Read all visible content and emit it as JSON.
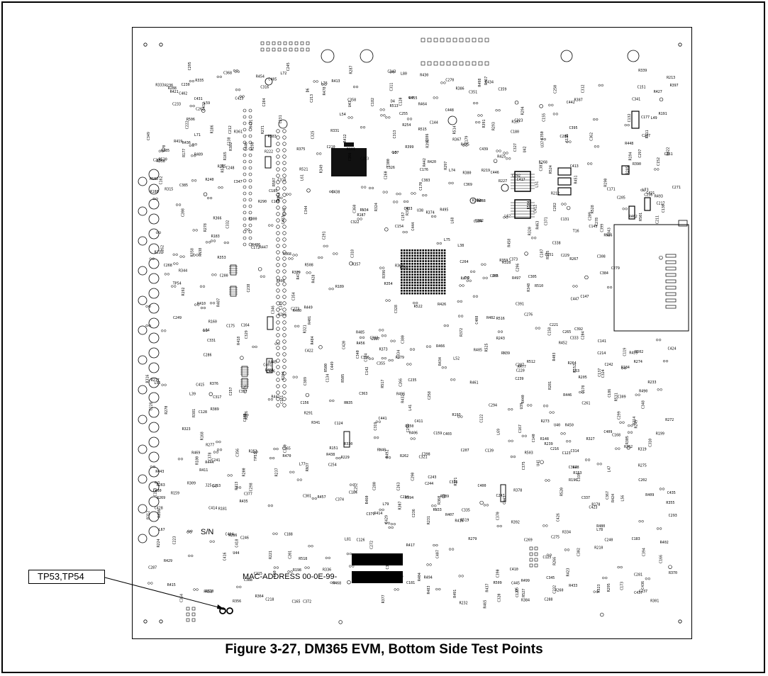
{
  "callout": {
    "label": "TP53,TP54"
  },
  "board": {
    "serial_label": "S/N",
    "mac_label": "MAC-ADDRESS 00-0E-99-"
  },
  "caption": "Figure 3-27, DM365 EVM, Bottom Side Test Points",
  "ref_designators": [
    "R151",
    "R152",
    "R153",
    "R148",
    "R159",
    "R160",
    "R161",
    "R164",
    "R165",
    "R171",
    "R168",
    "R177",
    "L38",
    "L39",
    "L40",
    "L41",
    "C119",
    "C120",
    "C122",
    "C123",
    "C124",
    "C125",
    "C126",
    "C127",
    "C128",
    "C130",
    "C131",
    "C132",
    "C135",
    "R178",
    "R179",
    "R180",
    "R181",
    "R182",
    "R183",
    "R184",
    "R185",
    "R186",
    "R187",
    "R188",
    "R189",
    "R190",
    "R191",
    "R192",
    "R193",
    "R194",
    "R195",
    "R196",
    "R197",
    "R198",
    "R199",
    "R200",
    "C134",
    "C137",
    "C138",
    "C139",
    "C140",
    "C141",
    "C142",
    "C143",
    "C144",
    "C146",
    "C147",
    "C148",
    "C149",
    "C150",
    "C151",
    "C152",
    "C153",
    "C154",
    "C155",
    "C156",
    "C157",
    "C158",
    "C159",
    "C160",
    "C161",
    "C162",
    "C163",
    "C164",
    "C165",
    "C166",
    "C167",
    "C168",
    "C169",
    "C170",
    "C171",
    "C172",
    "C173",
    "C174",
    "C175",
    "C176",
    "C177",
    "C178",
    "C179",
    "C180",
    "C181",
    "C182",
    "C183",
    "C184",
    "C185",
    "C186",
    "C187",
    "C188",
    "R205",
    "R210",
    "R212",
    "R213",
    "R214",
    "R217",
    "R219",
    "R221",
    "R222",
    "R223",
    "R224",
    "R227",
    "R229",
    "R231",
    "R232",
    "R233",
    "R236",
    "R237",
    "R238",
    "R239",
    "L47",
    "L48",
    "L49",
    "L51",
    "L52",
    "L53",
    "L54",
    "L55",
    "L56",
    "L57",
    "L59",
    "L60",
    "L61",
    "L62",
    "L63",
    "L64",
    "L65",
    "L67",
    "U37",
    "U38",
    "U39",
    "U40",
    "J25",
    "C200",
    "C201",
    "C202",
    "C203",
    "C204",
    "C205",
    "C206",
    "C207",
    "C208",
    "C209",
    "C210",
    "C211",
    "C212",
    "C213",
    "C214",
    "C215",
    "C216",
    "C217",
    "C218",
    "C219",
    "C220",
    "C221",
    "C222",
    "C223",
    "R240",
    "R243",
    "R245",
    "R249",
    "R251",
    "R253",
    "R254",
    "R260",
    "R262",
    "R263",
    "R264",
    "R265",
    "R266",
    "R267",
    "R268",
    "R269",
    "R270",
    "R271",
    "R272",
    "R273",
    "R274",
    "R275",
    "R276",
    "R277",
    "R278",
    "R279",
    "R280",
    "R281",
    "R284",
    "R285",
    "R286",
    "R287",
    "R288",
    "R289",
    "R290",
    "R291",
    "R293",
    "R294",
    "R295",
    "R297",
    "R298",
    "R300",
    "R301",
    "R305",
    "R307",
    "R309",
    "R310",
    "R312",
    "R313",
    "R315",
    "R316",
    "R318",
    "R319",
    "R320",
    "R321",
    "R323",
    "R324",
    "R327",
    "R328",
    "R330",
    "R331",
    "R333",
    "R334",
    "R335",
    "R336",
    "R339",
    "R341",
    "R343",
    "R344",
    "R345",
    "R347",
    "R348",
    "R349",
    "R350",
    "R352",
    "R353",
    "R354",
    "R355",
    "R356",
    "R357",
    "R358",
    "R359",
    "R360",
    "R361",
    "R362",
    "R364",
    "R365",
    "R366",
    "R367",
    "R368",
    "R369",
    "R370",
    "R371",
    "R372",
    "R373",
    "R374",
    "R375",
    "R376",
    "R377",
    "R378",
    "R379",
    "R380",
    "R381",
    "R382",
    "R383",
    "R384",
    "R385",
    "R386",
    "R387",
    "R389",
    "R390",
    "R391",
    "R392",
    "R394",
    "R396",
    "R397",
    "R398",
    "R399",
    "R400",
    "R401",
    "C228",
    "C229",
    "C230",
    "C231",
    "C232",
    "C233",
    "C234",
    "C235",
    "C236",
    "C237",
    "C238",
    "C239",
    "C240",
    "C241",
    "C242",
    "C243",
    "C244",
    "C245",
    "C246",
    "C247",
    "C248",
    "C249",
    "C250",
    "C251",
    "C252",
    "C253",
    "C254",
    "C255",
    "C256",
    "C257",
    "C258",
    "C259",
    "C260",
    "C261",
    "C262",
    "C263",
    "C264",
    "C265",
    "C266",
    "C267",
    "C268",
    "C269",
    "C270",
    "C271",
    "C272",
    "C273",
    "C274",
    "C275",
    "C276",
    "C277",
    "C278",
    "C279",
    "C280",
    "C281",
    "C282",
    "C283",
    "C284",
    "C285",
    "C286",
    "C287",
    "C288",
    "C289",
    "C290",
    "C291",
    "C292",
    "C293",
    "C294",
    "C295",
    "C296",
    "C297",
    "C298",
    "C299",
    "C300",
    "C301",
    "C302",
    "C303",
    "C304",
    "C305",
    "C306",
    "C307",
    "C308",
    "C309",
    "C310",
    "C311",
    "C312",
    "C313",
    "C314",
    "C315",
    "C316",
    "C317",
    "C318",
    "C319",
    "C320",
    "C321",
    "C322",
    "C323",
    "C324",
    "C325",
    "C326",
    "C327",
    "C328",
    "C329",
    "C330",
    "C331",
    "C332",
    "C333",
    "C334",
    "C335",
    "C336",
    "C337",
    "C338",
    "C339",
    "C340",
    "C341",
    "C342",
    "C343",
    "C344",
    "C345",
    "C346",
    "C347",
    "C348",
    "C349",
    "C350",
    "C351",
    "C352",
    "C353",
    "C354",
    "C355",
    "C356",
    "C357",
    "C358",
    "C359",
    "C360",
    "C361",
    "C362",
    "C363",
    "C364",
    "C365",
    "C366",
    "C367",
    "C368",
    "C369",
    "C370",
    "C371",
    "C372",
    "C373",
    "C374",
    "C375",
    "C376",
    "C377",
    "C378",
    "C379",
    "C380",
    "C381",
    "C382",
    "C383",
    "C384",
    "C385",
    "C386",
    "C387",
    "R402",
    "R403",
    "R404",
    "R405",
    "R406",
    "R407",
    "R408",
    "R409",
    "R410",
    "R411",
    "R412",
    "R413",
    "R414",
    "R415",
    "R416",
    "R417",
    "R418",
    "R419",
    "R420",
    "R421",
    "R422",
    "R423",
    "R424",
    "R425",
    "R426",
    "R427",
    "R428",
    "R429",
    "R430",
    "R431",
    "R432",
    "R433",
    "R434",
    "R435",
    "R436",
    "R437",
    "R438",
    "R439",
    "R440",
    "R441",
    "R442",
    "R443",
    "R444",
    "R445",
    "R446",
    "R447",
    "R448",
    "R449",
    "R450",
    "R451",
    "R452",
    "R453",
    "R454",
    "R455",
    "R456",
    "R457",
    "R458",
    "R459",
    "R460",
    "R461",
    "R462",
    "R463",
    "R464",
    "R465",
    "R466",
    "R467",
    "R468",
    "R469",
    "R470",
    "R471",
    "R475",
    "R476",
    "R477",
    "R478",
    "R479",
    "R480",
    "R481",
    "R482",
    "R483",
    "R484",
    "R485",
    "R486",
    "R487",
    "R488",
    "R489",
    "R490",
    "R491",
    "R492",
    "R493",
    "R494",
    "R495",
    "R496",
    "R497",
    "R498",
    "R499",
    "R500",
    "R501",
    "R502",
    "R503",
    "R504",
    "R505",
    "R506",
    "R507",
    "R508",
    "R509",
    "R510",
    "R511",
    "R512",
    "R513",
    "R514",
    "R515",
    "R516",
    "R517",
    "R518",
    "R519",
    "R520",
    "R521",
    "R522",
    "R523",
    "R524",
    "R525",
    "R526",
    "R527",
    "R528",
    "R529",
    "R530",
    "R531",
    "C388",
    "C389",
    "C390",
    "C391",
    "C392",
    "C393",
    "C394",
    "C395",
    "C396",
    "C397",
    "C398",
    "C399",
    "C400",
    "C401",
    "C402",
    "C403",
    "C404",
    "C405",
    "C406",
    "C407",
    "C408",
    "C409",
    "C410",
    "C411",
    "C412",
    "C413",
    "C414",
    "C415",
    "C416",
    "C417",
    "C418",
    "C419",
    "C420",
    "C421",
    "C422",
    "C423",
    "C424",
    "C425",
    "C426",
    "C427",
    "C428",
    "C429",
    "C430",
    "C431",
    "C432",
    "C433",
    "C434",
    "C435",
    "C436",
    "C437",
    "C438",
    "C439",
    "C440",
    "C441",
    "C442",
    "C443",
    "C444",
    "C445",
    "C446",
    "C447",
    "C448",
    "C449",
    "L68",
    "L69",
    "L70",
    "L71",
    "L72",
    "L73",
    "L74",
    "L75",
    "L76",
    "L77",
    "L78",
    "L79",
    "L80",
    "L81",
    "RN33",
    "RN34",
    "RN35",
    "RN36",
    "RN37",
    "RN38",
    "RN39",
    "RN40",
    "T16",
    "TP53",
    "TP54",
    "U41",
    "U42",
    "U43",
    "U44",
    "D4",
    "D5",
    "D6"
  ]
}
